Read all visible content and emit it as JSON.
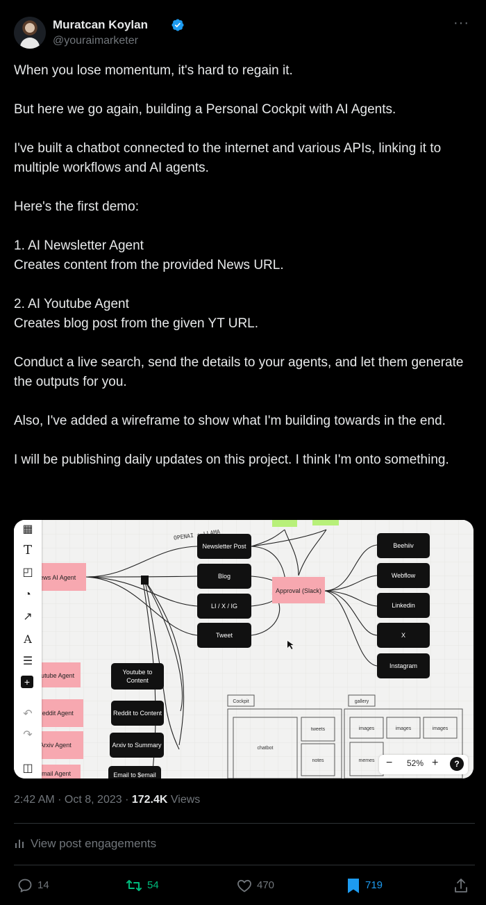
{
  "author": {
    "name": "Muratcan Koylan",
    "handle": "@youraimarketer"
  },
  "post": {
    "paragraphs": [
      "When you lose momentum, it's hard to regain it.",
      "But here we go again, building a Personal Cockpit with AI Agents.",
      "I've built a chatbot connected to the internet and various APIs, linking it to multiple workflows and AI agents.",
      "Here's the first demo:",
      [
        "1. AI Newsletter Agent",
        "Creates content from the provided News URL."
      ],
      [
        "2. AI Youtube Agent",
        "Creates blog post from the given YT URL."
      ],
      "Conduct a live search, send the details to your agents, and let them generate the outputs for you.",
      "Also, I've added a wireframe to show what I'm building towards in the end.",
      "I will be publishing daily updates on this project. I think I'm onto something."
    ]
  },
  "media": {
    "annotation": "OPENAI + LLAMA",
    "left_agents": [
      "News AI Agent",
      "Youtube Agent",
      "Reddit Agent",
      "Arxiv Agent",
      "Email Agent"
    ],
    "processors": [
      "Youtube to Content",
      "Reddit to Content",
      "Arxiv to Summary",
      "Email to $email"
    ],
    "outputs": [
      "Newsletter Post",
      "Blog",
      "LI / X / IG",
      "Tweet"
    ],
    "approval": "Approval (Slack)",
    "channels": [
      "Beehiiv",
      "Webflow",
      "Linkedin",
      "X",
      "Instagram"
    ],
    "cockpit": {
      "label": "Cockpit",
      "chatbot": "chatbot",
      "tweets": "tweets",
      "notes": "notes"
    },
    "gallery": {
      "label": "gallery",
      "images": "images",
      "memes": "memes"
    },
    "zoom": {
      "minus": "−",
      "level": "52%",
      "plus": "+",
      "help": "?"
    }
  },
  "meta": {
    "time": "2:42 AM · Oct 8, 2023 · ",
    "views_count": "172.4K",
    "views_label": " Views"
  },
  "engagements_label": "View post engagements",
  "actions": {
    "replies": "14",
    "reposts": "54",
    "likes": "470",
    "bookmarks": "719"
  },
  "colors": {
    "background": "#000000",
    "text": "#e7e9ea",
    "muted": "#71767b",
    "verified": "#1d9bf0",
    "repost_active": "#00ba7c",
    "bookmark_active": "#1d9bf0",
    "sticky_pink": "#f7a8b0"
  }
}
